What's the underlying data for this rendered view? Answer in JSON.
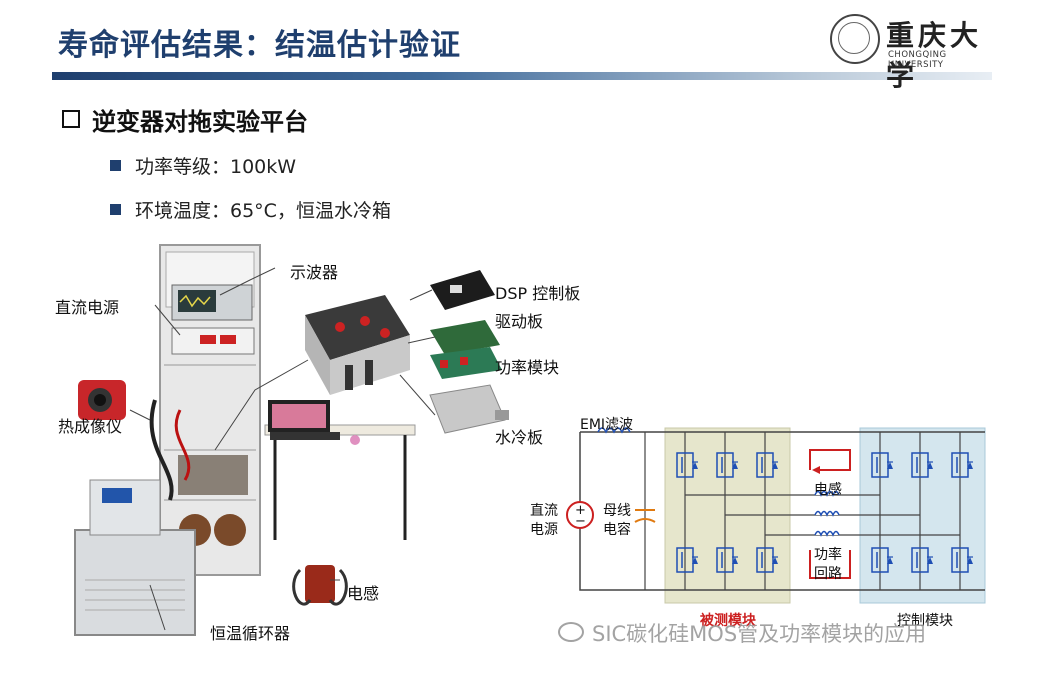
{
  "header": {
    "title": "寿命评估结果：结温估计验证",
    "logo_text": "重庆大学",
    "logo_subtext": "CHONGQING UNIVERSITY"
  },
  "section": {
    "heading": "逆变器对拖实验平台",
    "bullets": [
      "功率等级：100kW",
      "环境温度：65°C，恒温水冷箱"
    ]
  },
  "photo_labels": {
    "oscilloscope": "示波器",
    "dc_source": "直流电源",
    "thermal_imager": "热成像仪",
    "inductor": "电感",
    "thermostat": "恒温循环器",
    "dsp_board": "DSP 控制板",
    "drive_board": "驱动板",
    "power_module": "功率模块",
    "cold_plate": "水冷板"
  },
  "circuit": {
    "emi_filter": "EMI滤波",
    "dc_source_1": "直流",
    "dc_source_2": "电源",
    "bus_cap_1": "母线",
    "bus_cap_2": "电容",
    "inductor": "电感",
    "power_loop_1": "功率",
    "power_loop_2": "回路",
    "module_under_test": "被测模块",
    "control_module": "控制模块",
    "plus_sign": "+",
    "minus_sign": "−"
  },
  "watermark": "SIC碳化硅MOS管及功率模块的应用",
  "colors": {
    "title": "#1f3f6e",
    "module_fill_left": "#e6e6cc",
    "module_fill_right": "#d4e6ee",
    "circuit_blue": "#1f4fb4",
    "loop_red": "#cc2020",
    "cap_orange": "#e07a10"
  }
}
